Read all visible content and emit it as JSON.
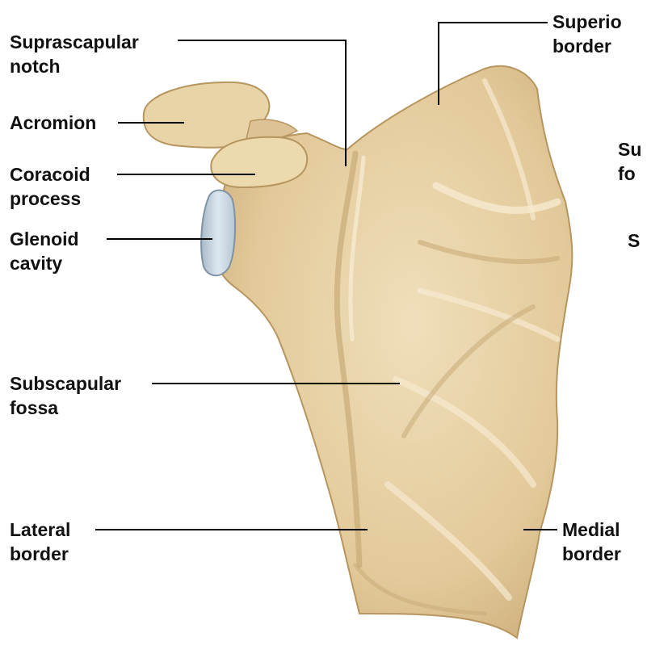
{
  "labels": {
    "suprascapular_notch": "Suprascapular\nnotch",
    "acromion": "Acromion",
    "coracoid_process": "Coracoid\nprocess",
    "glenoid_cavity": "Glenoid\ncavity",
    "subscapular_fossa": "Subscapular\nfossa",
    "lateral_border": "Lateral\nborder",
    "superior_border": "Superio\nborder",
    "supraspinous_fossa_cut": "Su\nfo",
    "spine_cut": "S",
    "medial_border": "Medial\nborder"
  },
  "colors": {
    "bone": "#e6d0a3",
    "bone_shadow": "#c9ab78",
    "bone_highlight": "#f6ead0",
    "glenoid": "#c6d6e4",
    "leader_line": "#000000",
    "text": "#111111"
  }
}
